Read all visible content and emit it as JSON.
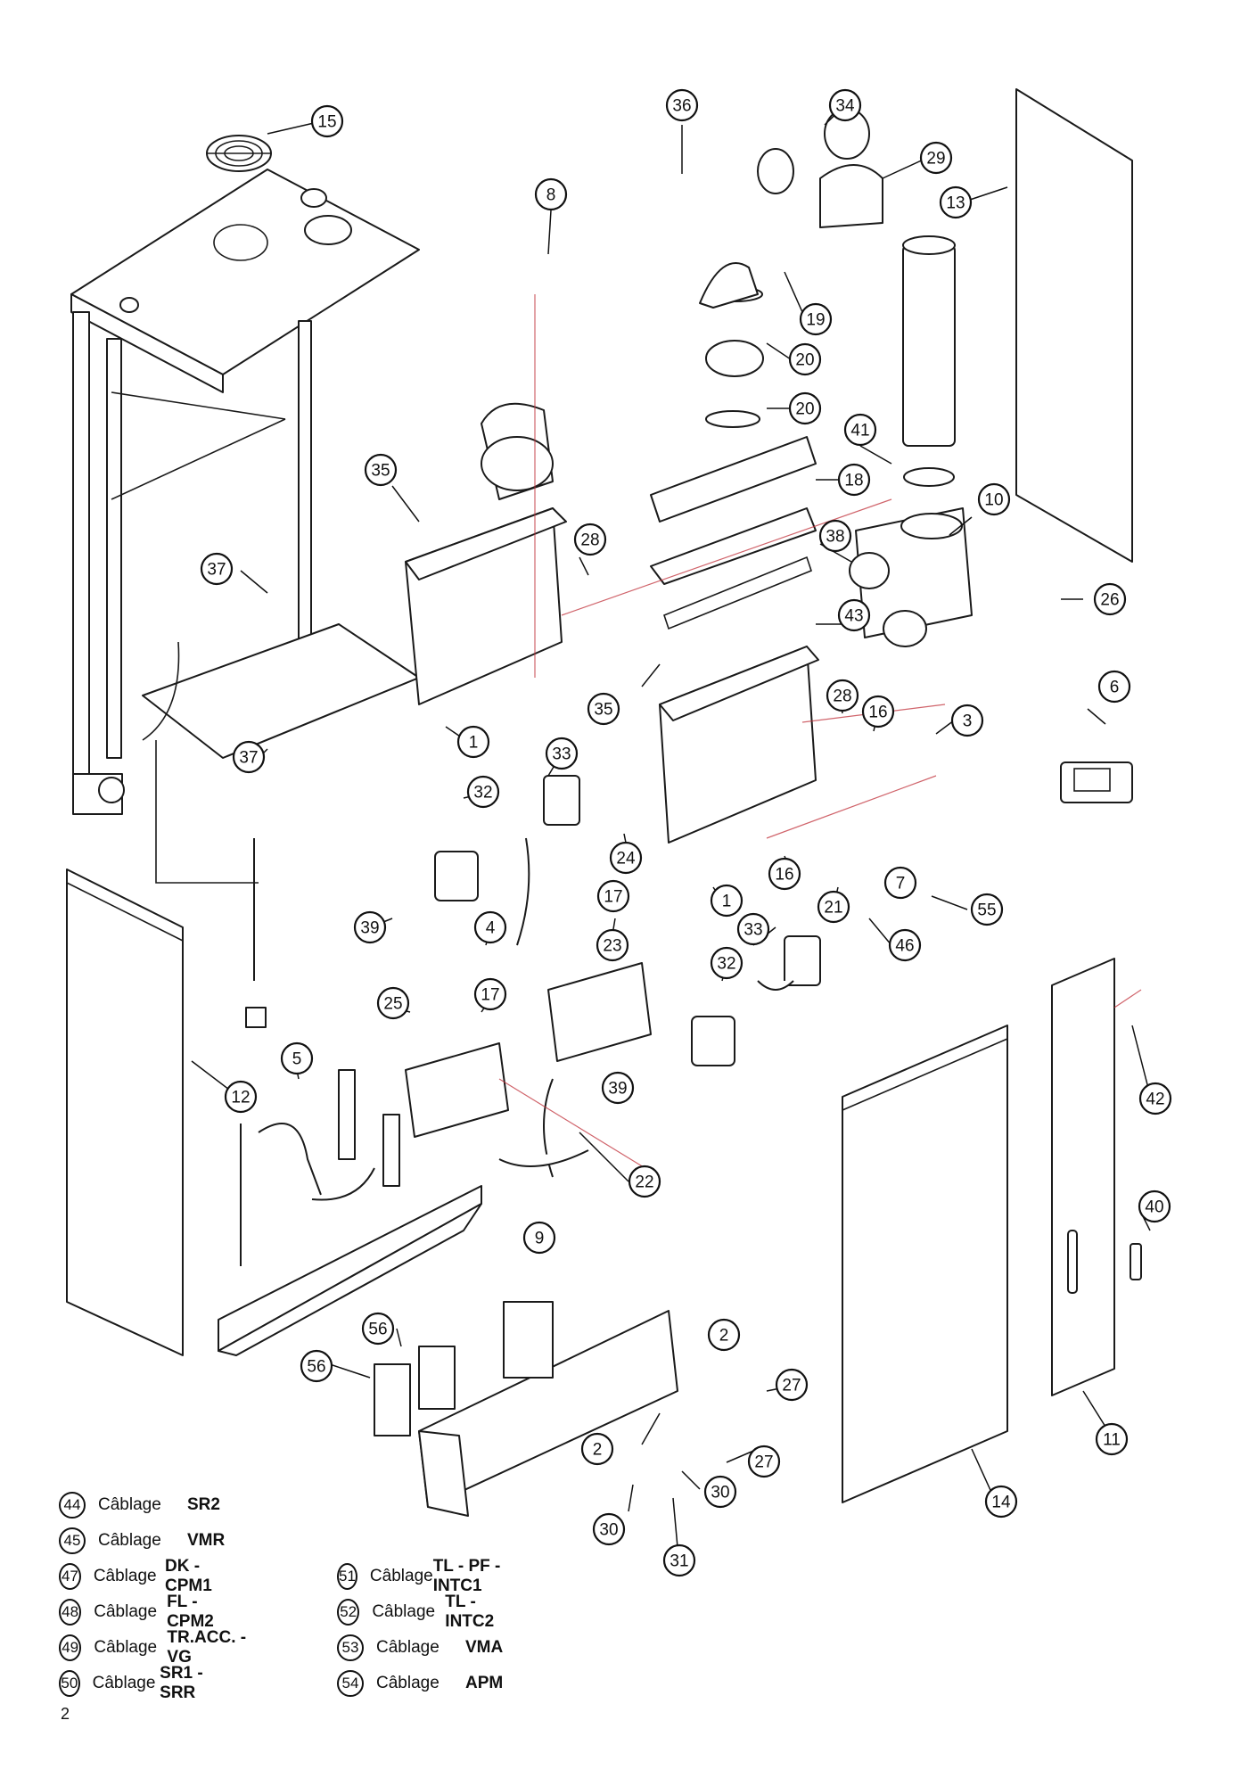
{
  "callouts": [
    {
      "label": "15"
    },
    {
      "label": "36"
    },
    {
      "label": "34"
    },
    {
      "label": "29"
    },
    {
      "label": "13"
    },
    {
      "label": "8"
    },
    {
      "label": "19"
    },
    {
      "label": "20"
    },
    {
      "label": "20"
    },
    {
      "label": "41"
    },
    {
      "label": "18"
    },
    {
      "label": "35"
    },
    {
      "label": "10"
    },
    {
      "label": "28"
    },
    {
      "label": "38"
    },
    {
      "label": "37"
    },
    {
      "label": "26"
    },
    {
      "label": "43"
    },
    {
      "label": "35"
    },
    {
      "label": "6"
    },
    {
      "label": "28"
    },
    {
      "label": "16"
    },
    {
      "label": "3"
    },
    {
      "label": "1"
    },
    {
      "label": "37"
    },
    {
      "label": "33"
    },
    {
      "label": "32"
    },
    {
      "label": "24"
    },
    {
      "label": "16"
    },
    {
      "label": "7"
    },
    {
      "label": "1"
    },
    {
      "label": "21"
    },
    {
      "label": "55"
    },
    {
      "label": "17"
    },
    {
      "label": "39"
    },
    {
      "label": "4"
    },
    {
      "label": "23"
    },
    {
      "label": "33"
    },
    {
      "label": "46"
    },
    {
      "label": "32"
    },
    {
      "label": "17"
    },
    {
      "label": "25"
    },
    {
      "label": "5"
    },
    {
      "label": "12"
    },
    {
      "label": "39"
    },
    {
      "label": "42"
    },
    {
      "label": "22"
    },
    {
      "label": "40"
    },
    {
      "label": "9"
    },
    {
      "label": "56"
    },
    {
      "label": "2"
    },
    {
      "label": "56"
    },
    {
      "label": "27"
    },
    {
      "label": "27"
    },
    {
      "label": "2"
    },
    {
      "label": "11"
    },
    {
      "label": "30"
    },
    {
      "label": "14"
    },
    {
      "label": "30"
    },
    {
      "label": "31"
    }
  ],
  "legend": {
    "left_column": [
      {
        "number": "44",
        "word": "Câblage",
        "code": "SR2"
      },
      {
        "number": "45",
        "word": "Câblage",
        "code": "VMR"
      },
      {
        "number": "47",
        "word": "Câblage",
        "code": "DK - CPM1"
      },
      {
        "number": "48",
        "word": "Câblage",
        "code": "FL - CPM2"
      },
      {
        "number": "49",
        "word": "Câblage",
        "code": "TR.ACC. - VG"
      },
      {
        "number": "50",
        "word": "Câblage",
        "code": "SR1 - SRR"
      }
    ],
    "right_column": [
      {
        "number": "51",
        "word": "Câblage",
        "code": "TL - PF - INTC1"
      },
      {
        "number": "52",
        "word": "Câblage",
        "code": "TL - INTC2"
      },
      {
        "number": "53",
        "word": "Câblage",
        "code": "VMA"
      },
      {
        "number": "54",
        "word": "Câblage",
        "code": "APM"
      }
    ]
  },
  "page_number": "2"
}
